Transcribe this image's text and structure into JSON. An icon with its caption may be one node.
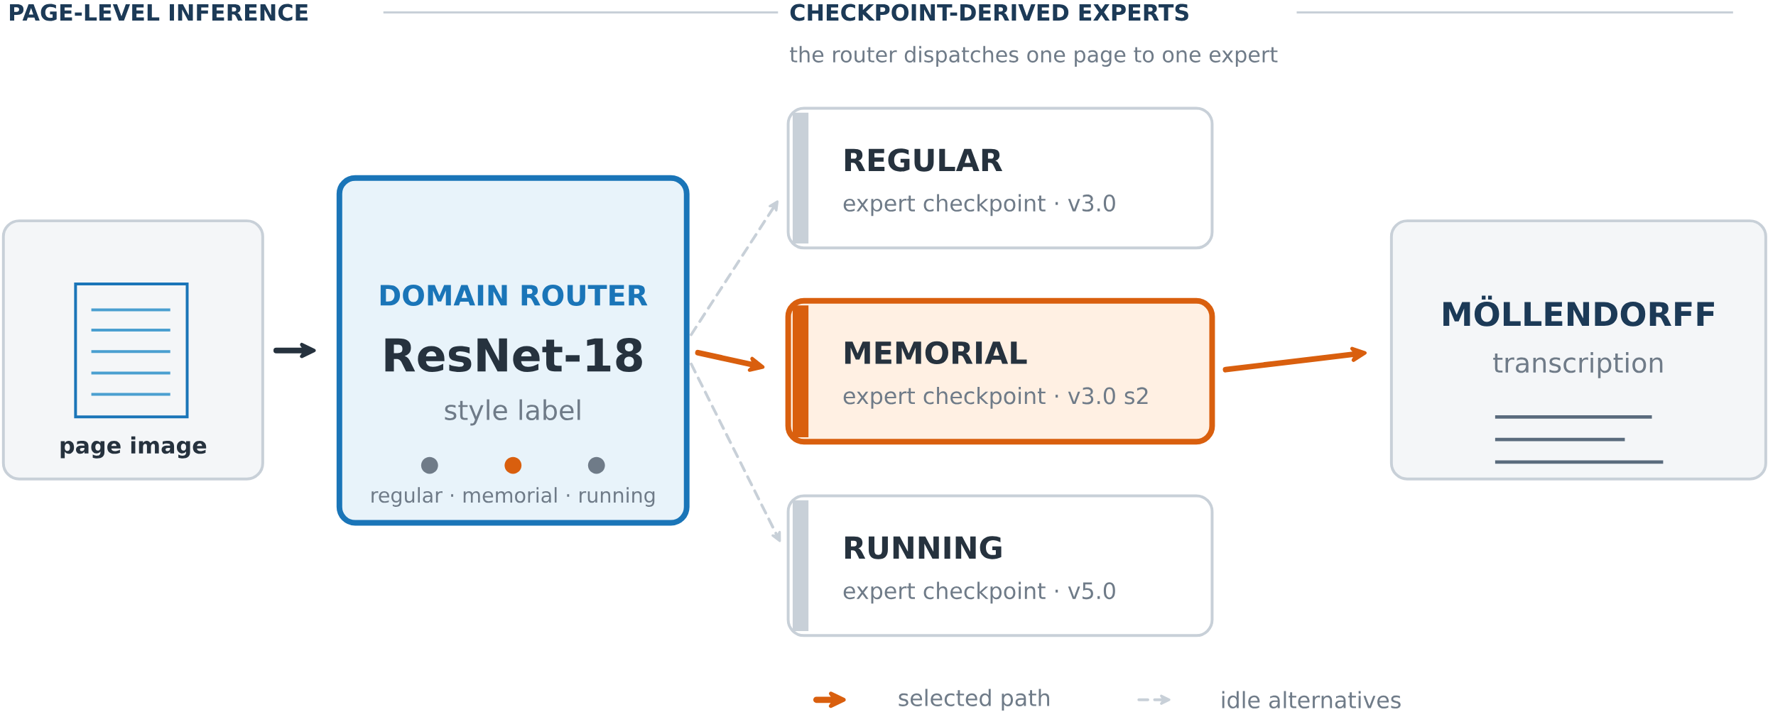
{
  "diagram": {
    "nodes": [
      {
        "text": [
          "page image"
        ]
      },
      {
        "text": [
          "DOMAIN ROUTER",
          "ResNet-18",
          "style label",
          "regular · memorial · running"
        ]
      },
      {
        "text": [
          "REGULAR",
          "expert checkpoint · v3.0"
        ]
      },
      {
        "text": [
          "MEMORIAL",
          "expert checkpoint · v3.0 s2"
        ]
      },
      {
        "text": [
          "RUNNING",
          "expert checkpoint · v5.0"
        ]
      },
      {
        "text": [
          "MÖLLENDORFF",
          "transcription"
        ]
      }
    ],
    "edges": [
      {
        "from": 0,
        "to": 1,
        "arrow": "to",
        "color": "#26323e"
      },
      {
        "from": 1,
        "to": 2,
        "arrow": "to",
        "style": "dashed",
        "color": "#c8d0d8"
      },
      {
        "from": 1,
        "to": 3,
        "arrow": "to",
        "color": "#d95f0e"
      },
      {
        "from": 1,
        "to": 4,
        "arrow": "to",
        "style": "dashed",
        "color": "#c8d0d8"
      },
      {
        "from": 3,
        "to": 5,
        "arrow": "to",
        "color": "#d95f0e"
      }
    ],
    "labels": [
      "PAGE-LEVEL INFERENCE",
      "CHECKPOINT-DERIVED EXPERTS",
      "the router dispatches one page to one expert"
    ],
    "legend": [
      {
        "text": "selected path"
      },
      {
        "text": "idle alternatives"
      }
    ]
  }
}
